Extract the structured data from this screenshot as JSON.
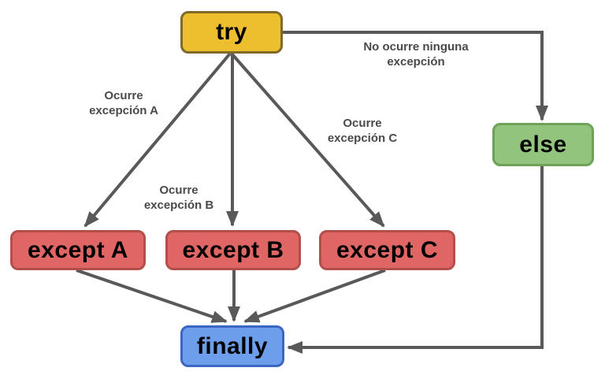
{
  "colors": {
    "background": "#ffffff",
    "arrow": "#595959",
    "edge_label_text": "#4a4a4a",
    "node_label_text": "#000000"
  },
  "nodes": {
    "try": {
      "label": "try",
      "fill": "#edbe2e",
      "border": "#7f6a27"
    },
    "else": {
      "label": "else",
      "fill": "#93c47d",
      "border": "#6fa159"
    },
    "except_a": {
      "label": "except A",
      "fill": "#e06666",
      "border": "#b34f4b"
    },
    "except_b": {
      "label": "except B",
      "fill": "#e06666",
      "border": "#b34f4b"
    },
    "except_c": {
      "label": "except C",
      "fill": "#e06666",
      "border": "#b34f4b"
    },
    "finally": {
      "label": "finally",
      "fill": "#6d9eeb",
      "border": "#3b66c4"
    }
  },
  "edge_labels": {
    "try_else": "No ocurre ninguna\nexcepción",
    "try_except_a": "Ocurre\nexcepción A",
    "try_except_b": "Ocurre\nexcepción B",
    "try_except_c": "Ocurre\nexcepción C"
  }
}
